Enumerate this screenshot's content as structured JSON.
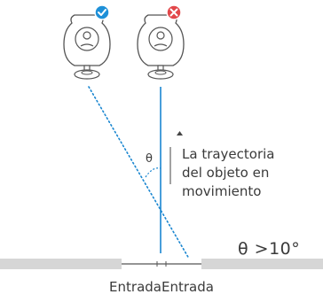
{
  "description": {
    "lines": [
      "La trayectoria",
      "del objeto en",
      "movimiento"
    ]
  },
  "angle_symbol": "θ",
  "angle_condition": "θ >10°",
  "entrance_label": "EntradaEntrada",
  "cameras": [
    {
      "name": "left-camera",
      "badge": "check",
      "badge_color": "#1e90d8"
    },
    {
      "name": "right-camera",
      "badge": "cross",
      "badge_color": "#e2474a"
    }
  ],
  "colors": {
    "trajectory_solid": "#1a86d0",
    "trajectory_dotted": "#1a86d0",
    "floor": "#d6d6d6",
    "outline": "#555555"
  }
}
